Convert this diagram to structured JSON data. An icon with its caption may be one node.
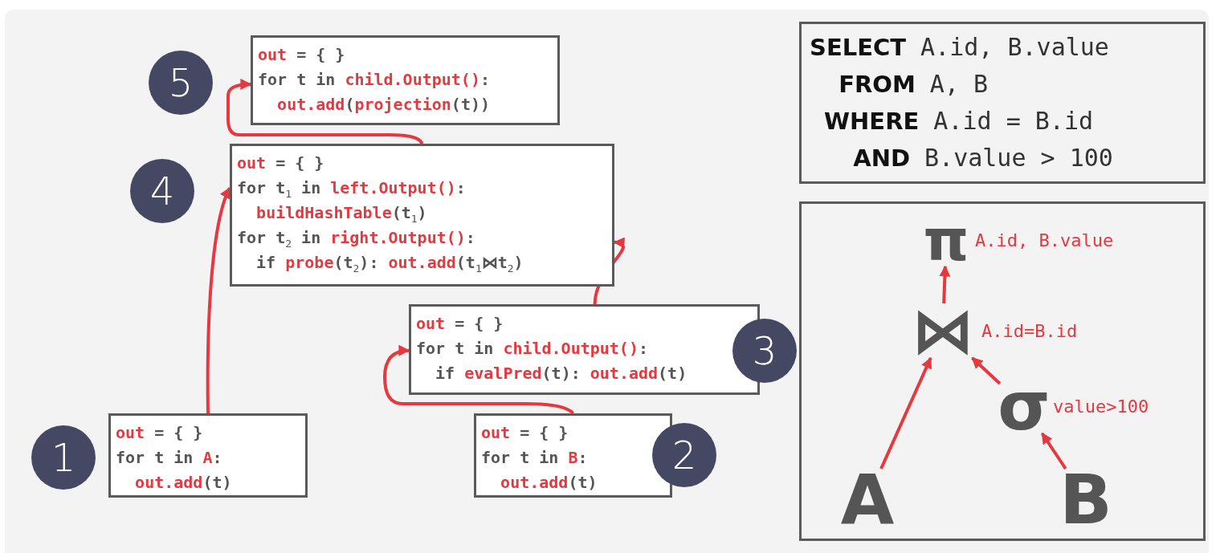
{
  "diagram": {
    "nodes": [
      {
        "text": [
          "**out** = { }",
          "for t in **child.Output()**:",
          "  **out.add**(**projection**(t))"
        ]
      },
      {
        "text": [
          "5"
        ]
      },
      {
        "text": [
          "**out** = { }",
          "for t$_{1}$ in **left.Output()**:",
          "  **buildHashTable**(t$_{1}$)",
          "for t$_{2}$ in **right.Output()**:",
          "  if **probe**(t$_{2}$): **out.add**(t$_{1}$⋈t$_{2}$)"
        ]
      },
      {
        "text": [
          "4"
        ]
      },
      {
        "text": [
          "**out** = { }",
          "for t in **child.Output()**:",
          "  if **evalPred**(t): **out.add**(t)"
        ]
      },
      {
        "text": [
          "3"
        ]
      },
      {
        "text": [
          "**out** = { }",
          "for t in **A**:",
          "  **out.add**(t)"
        ]
      },
      {
        "text": [
          "1"
        ]
      },
      {
        "text": [
          "**out** = { }",
          "for t in **B**:",
          "  **out.add**(t)"
        ]
      },
      {
        "text": [
          "2"
        ]
      },
      {
        "text": [
          "**SELECT** A.id, B.value",
          "  **FROM** A, B",
          " **WHERE** A.id = B.id",
          "   **AND** B.value > 100"
        ]
      },
      {
        "text": [],
        "shape": "box"
      },
      {
        "text": [
          "π"
        ],
        "in": 11,
        "beside": [
          "A.id, B.value"
        ]
      },
      {
        "text": [
          "⋈"
        ],
        "in": 11,
        "beside": [
          "A.id=B.id"
        ]
      },
      {
        "text": [
          "σ"
        ],
        "in": 11,
        "beside": [
          "value>100"
        ]
      },
      {
        "text": [
          "A"
        ],
        "in": 11
      },
      {
        "text": [
          "B"
        ],
        "in": 11
      }
    ],
    "edges": [
      {
        "from": 6,
        "to": 2,
        "arrow": "to"
      },
      {
        "from": 8,
        "to": 4,
        "arrow": "to"
      },
      {
        "from": 4,
        "to": 2,
        "arrow": "to"
      },
      {
        "from": 2,
        "to": 0,
        "arrow": "to"
      },
      {
        "from": 15,
        "to": 13,
        "arrow": "to"
      },
      {
        "from": 16,
        "to": 14,
        "arrow": "to"
      },
      {
        "from": 14,
        "to": 13,
        "arrow": "to"
      },
      {
        "from": 13,
        "to": 12,
        "arrow": "to"
      }
    ]
  }
}
